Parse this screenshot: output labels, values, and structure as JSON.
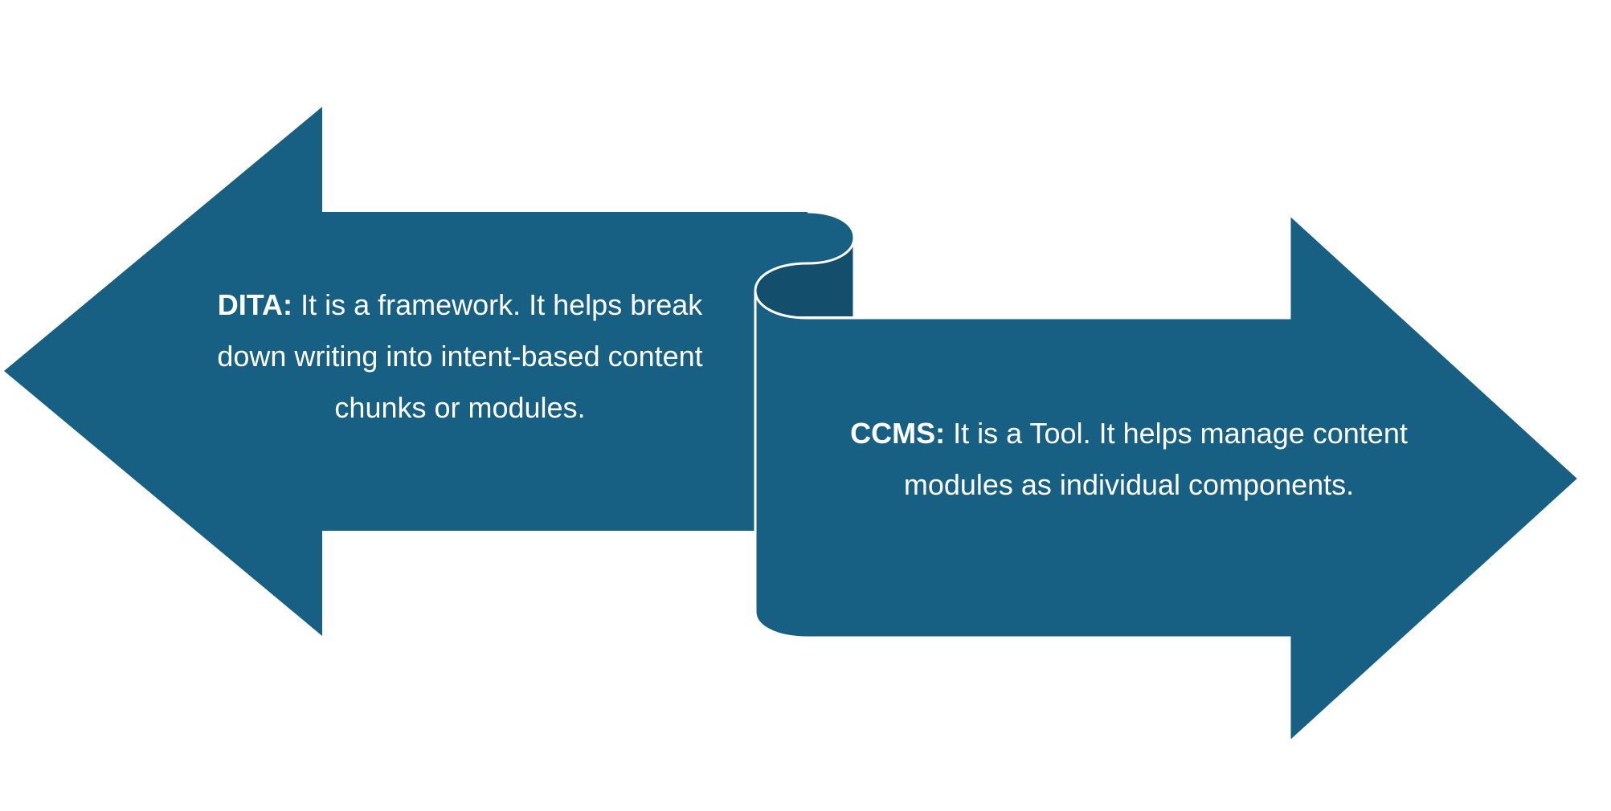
{
  "colors": {
    "arrow_fill": "#176083",
    "fold_shadow": "#134f6c",
    "outline": "#ffffff",
    "text": "#ffffff",
    "background": "#ffffff"
  },
  "left_arrow": {
    "term": "DITA:",
    "description": "It is a framework. It helps break down writing into intent-based content chunks or modules."
  },
  "right_arrow": {
    "term": "CCMS:",
    "description": "It is a Tool. It helps manage content modules as individual components."
  }
}
